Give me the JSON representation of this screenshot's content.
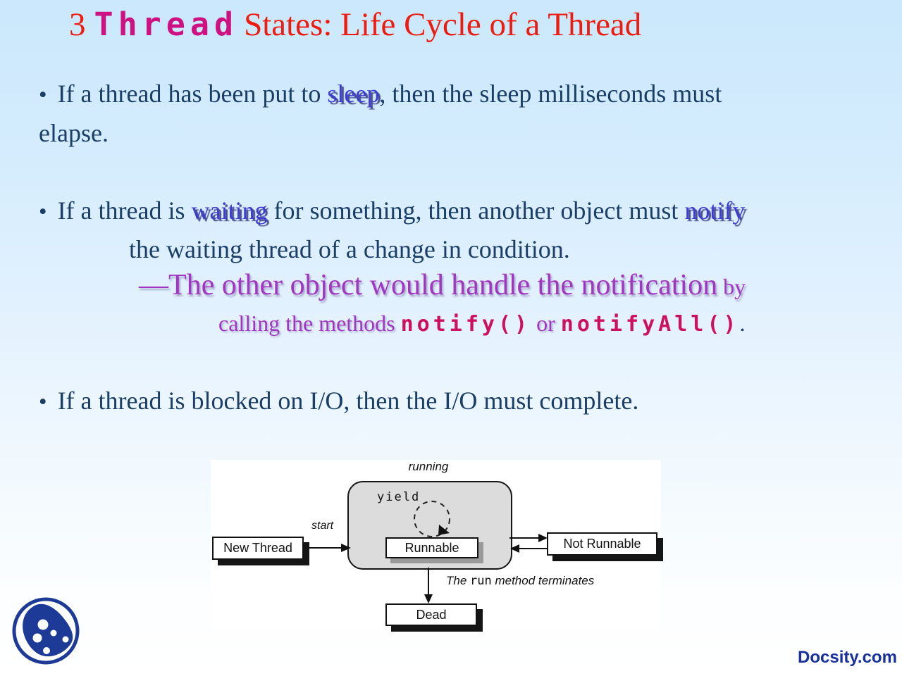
{
  "title": {
    "number": "3",
    "code_word": "Thread",
    "rest": "States: Life Cycle of a Thread"
  },
  "bullets": {
    "glyph": "•",
    "b1": {
      "pre": "If a thread has been put to ",
      "keyword": "sleep",
      "post": ", then the sleep milliseconds must",
      "line2": "elapse."
    },
    "b2": {
      "pre": "If a thread is ",
      "keyword1": "waiting",
      "mid": " for something, then another object must ",
      "keyword2": "notify",
      "line2": "the waiting thread of a change in condition."
    },
    "sub": {
      "line1": "—The other object would handle the notification",
      "line1_tail": " by",
      "line2_pre": "calling the methods ",
      "code1": "notify()",
      "connector": " or ",
      "code2": "notifyAll()",
      "tail": "."
    },
    "b3": {
      "text": "If a thread is blocked on I/O, then the I/O must complete."
    }
  },
  "diagram": {
    "running_label": "running",
    "yield_label": "yield",
    "start_label": "start",
    "new_thread_box": "New Thread",
    "runnable_box": "Runnable",
    "not_runnable_box": "Not Runnable",
    "dead_box": "Dead",
    "terminates_the": "The ",
    "terminates_run": "run",
    "terminates_rest": " method terminates"
  },
  "footer": {
    "brand": "Docsity.com"
  },
  "colors": {
    "title_red": "#ee1c10",
    "title_magenta": "#cd1180",
    "body_navy": "#1b3e66",
    "keyword_blue": "#3d3dd2",
    "purple": "#a236c0",
    "code_crimson": "#cc1160",
    "brand_blue": "#17309c",
    "diagram_gray": "#dcdcdc",
    "background_top": "#cbe8fc",
    "background_bottom": "#ffffff"
  }
}
